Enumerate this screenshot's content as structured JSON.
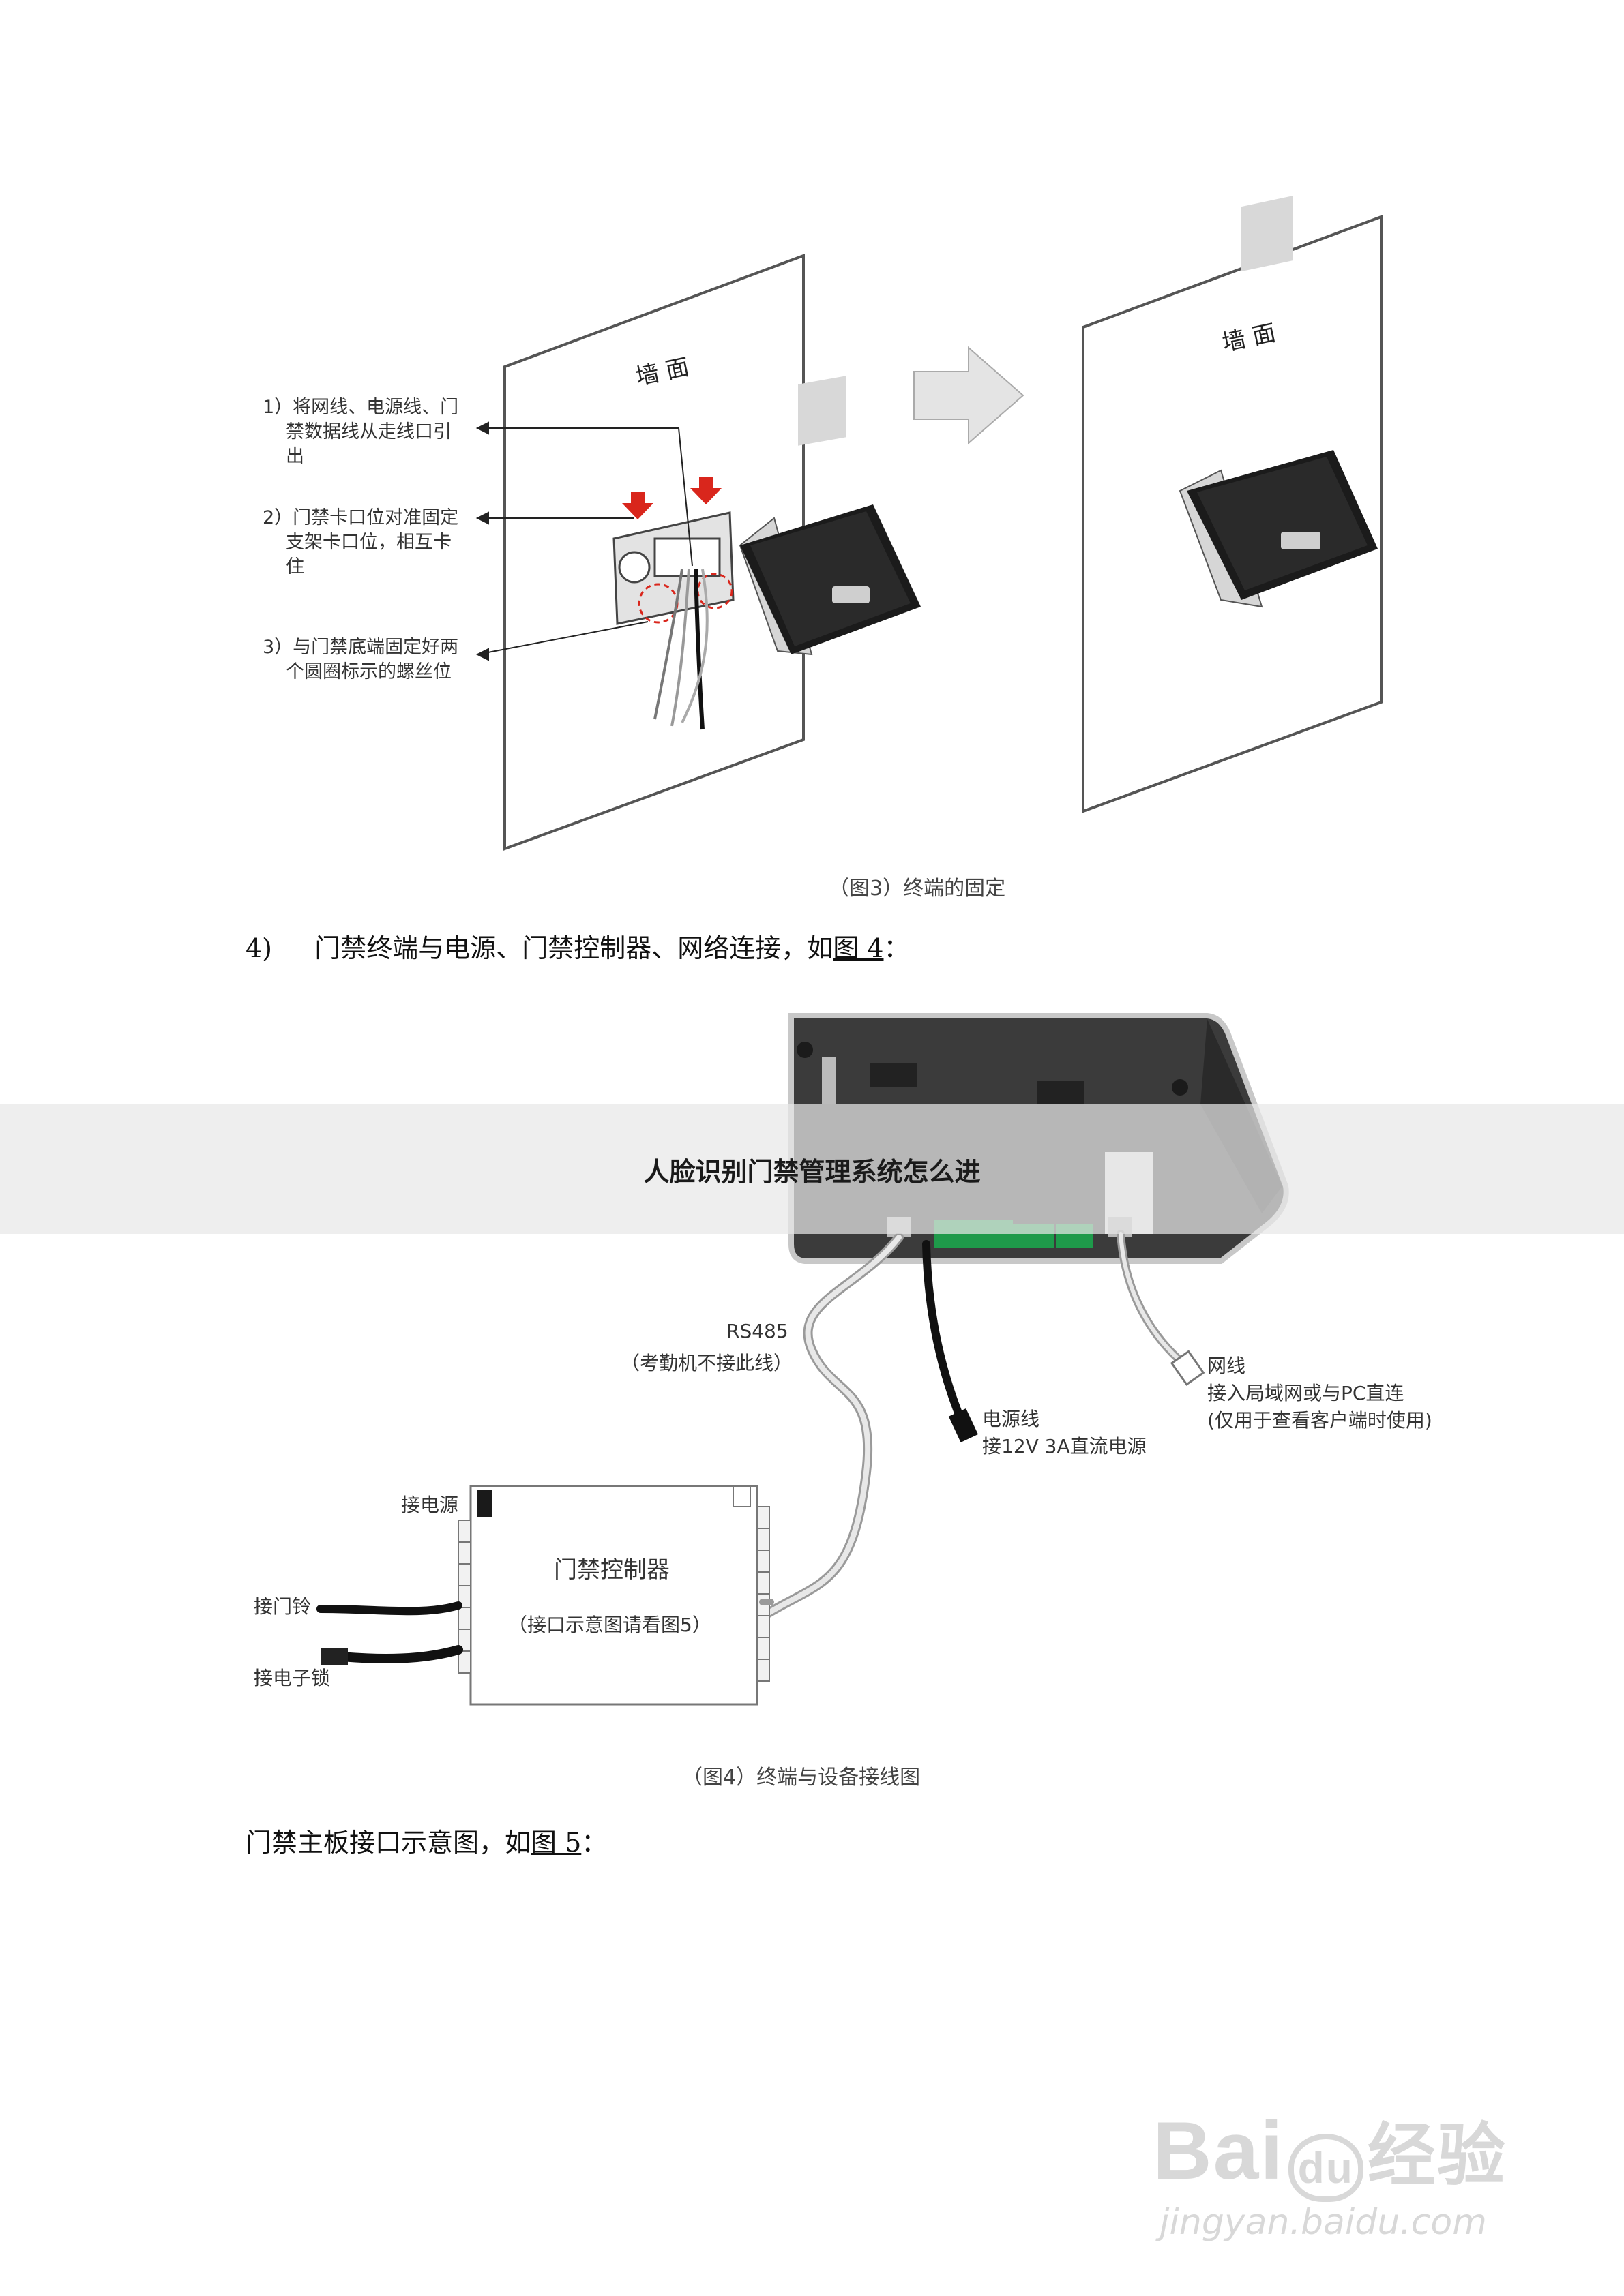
{
  "figure3": {
    "wall_label_left": "墙 面",
    "wall_label_right": "墙 面",
    "step1": [
      "1）将网线、电源线、门",
      "禁数据线从走线口引",
      "出"
    ],
    "step2": [
      "2）门禁卡口位对准固定",
      "支架卡口位，相互卡",
      "住"
    ],
    "step3": [
      "3）与门禁底端固定好两",
      "个圆圈标示的螺丝位"
    ],
    "caption": "（图3）终端的固定"
  },
  "paragraph1": {
    "number": "4)",
    "text": "门禁终端与电源、门禁控制器、网络连接，如",
    "link": "图 4",
    "end": "："
  },
  "banner_title": "人脸识别门禁管理系统怎么进",
  "figure4": {
    "rs485": "RS485",
    "rs485_note": "（考勤机不接此线）",
    "power_line": "电源线",
    "power_note": "接12V 3A直流电源",
    "net_line": "网线",
    "net_note1": "接入局域网或与PC直连",
    "net_note2": "(仅用于查看客户端时使用)",
    "power_in": "接电源",
    "controller": "门禁控制器",
    "controller_note": "（接口示意图请看图5）",
    "doorbell": "接门铃",
    "lock": "接电子锁",
    "caption": "（图4）终端与设备接线图"
  },
  "paragraph2": {
    "text": "门禁主板接口示意图，如",
    "link": "图 5",
    "end": "："
  },
  "watermark": {
    "brand": "Bai",
    "brand2": "du",
    "product": "经验",
    "url": "jingyan.baidu.com"
  }
}
